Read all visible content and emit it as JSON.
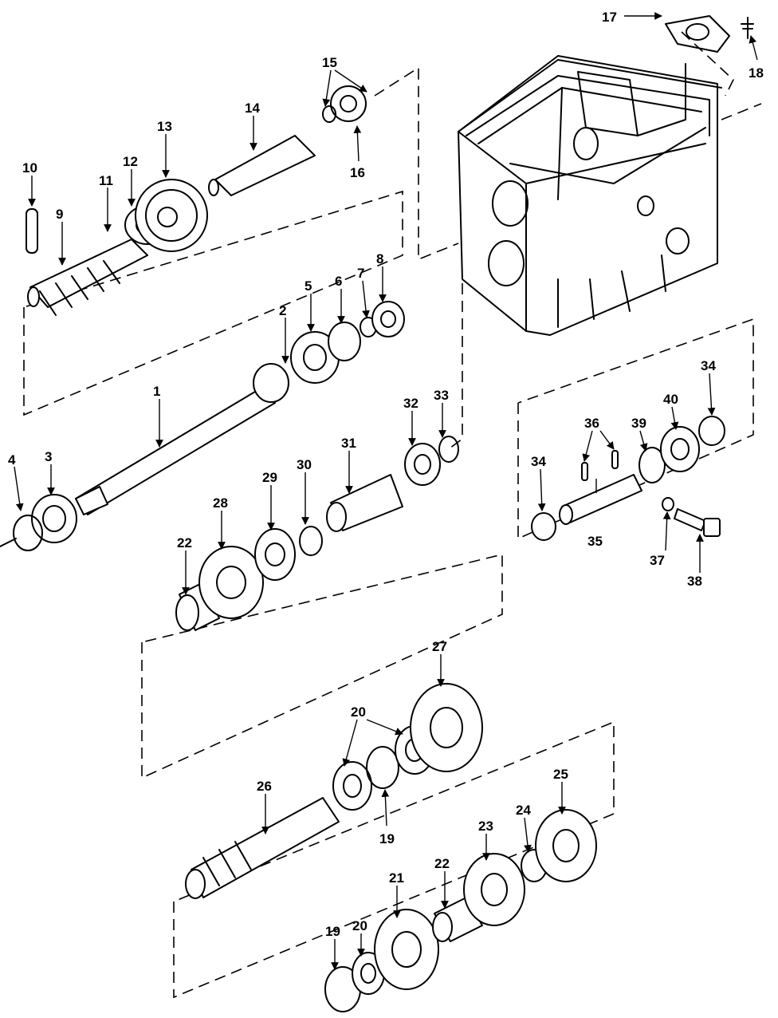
{
  "diagram": {
    "callouts": [
      "1",
      "2",
      "3",
      "4",
      "5",
      "6",
      "7",
      "8",
      "9",
      "10",
      "11",
      "12",
      "13",
      "14",
      "15",
      "16",
      "17",
      "18",
      "19",
      "20",
      "21",
      "22",
      "23",
      "24",
      "25",
      "26",
      "27",
      "28",
      "29",
      "30",
      "31",
      "32",
      "33",
      "34",
      "35",
      "36",
      "37",
      "38",
      "39",
      "40"
    ],
    "duplicate_callouts": [
      "19",
      "20",
      "20",
      "22",
      "34"
    ]
  },
  "colors": {
    "ink": "#000000",
    "paper": "#ffffff"
  }
}
